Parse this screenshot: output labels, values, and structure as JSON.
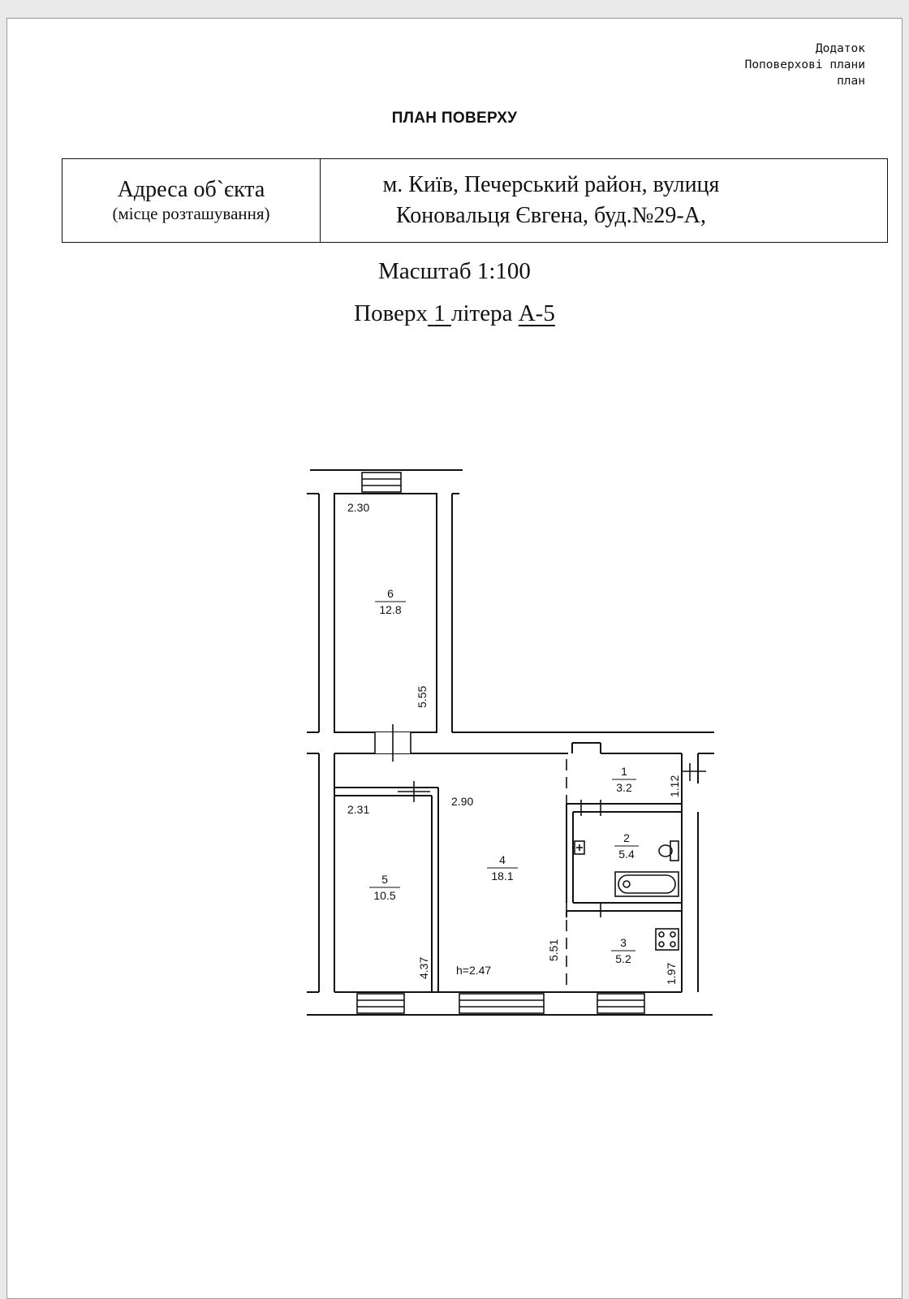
{
  "appendix": {
    "line1": "Додаток",
    "line2": "Поповерхові плани",
    "line3": "план"
  },
  "title": "ПЛАН ПОВЕРХУ",
  "address": {
    "label_line1": "Адреса об`єкта",
    "label_line2": "(місце розташування)",
    "value_line1": "м. Київ, Печерський район, вулиця",
    "value_line2": "Коновальця Євгена, буд.№29-А,"
  },
  "scale": "Масштаб 1:100",
  "floor": {
    "prefix": "Поверх",
    "number": "1",
    "letter_label": "літера",
    "letter": "А-5"
  },
  "rooms": [
    {
      "number": "1",
      "area": "3.2"
    },
    {
      "number": "2",
      "area": "5.4"
    },
    {
      "number": "3",
      "area": "5.2"
    },
    {
      "number": "4",
      "area": "18.1"
    },
    {
      "number": "5",
      "area": "10.5"
    },
    {
      "number": "6",
      "area": "12.8"
    }
  ],
  "dimensions": {
    "room6_width": "2.30",
    "room6_length": "5.55",
    "room5_width": "2.31",
    "room5_length": "4.37",
    "room4_width": "2.90",
    "room4_length": "5.51",
    "room1_width": "1.12",
    "room3_width": "1.97",
    "ceiling_height": "h=2.47"
  }
}
